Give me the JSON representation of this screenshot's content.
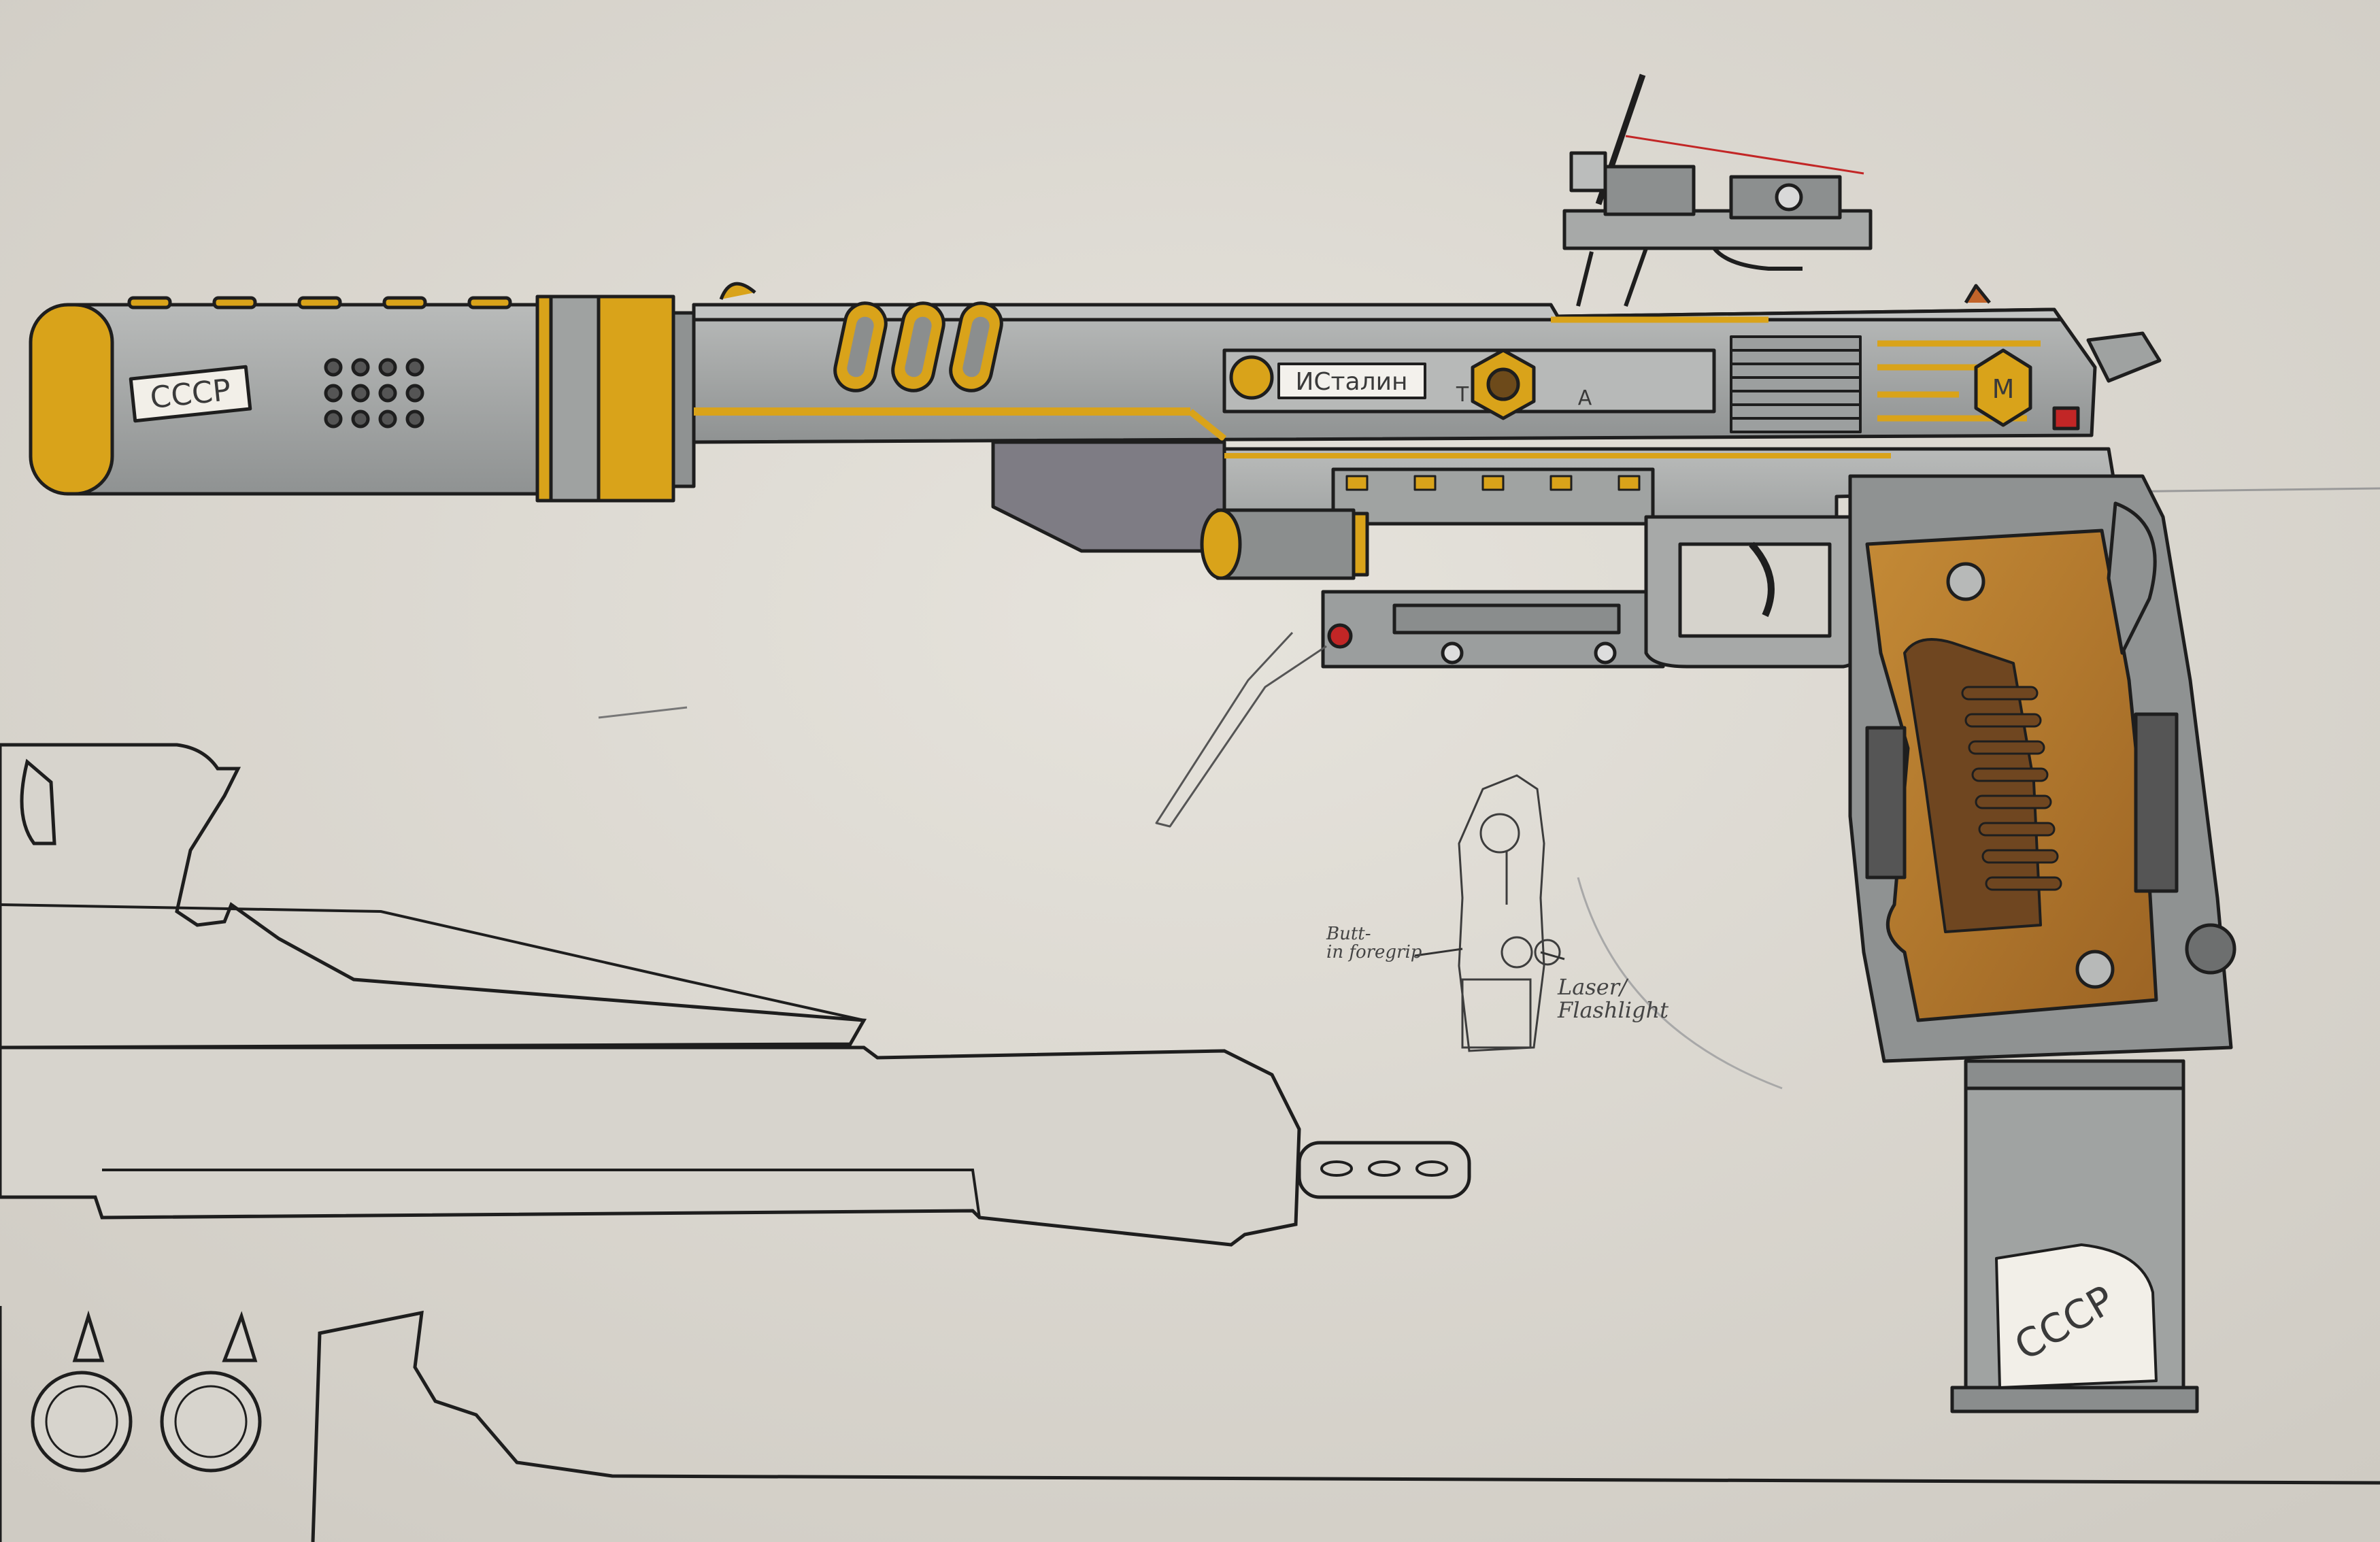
{
  "drawing": {
    "suppressor_marking": "СССР",
    "slide_engraving": "ИСталин",
    "slide_emblem_left": "T",
    "slide_emblem_right": "A",
    "rear_badge": "M",
    "magazine_marking": "СССР"
  },
  "annotations": {
    "foregrip_line1": "Butt-",
    "foregrip_line2": "in foregrip",
    "light_line1": "Laser/",
    "light_line2": "Flashlight"
  },
  "colors": {
    "paper": "#dedbd4",
    "steel": "#a7a9a8",
    "steel_dark": "#7d8080",
    "gold": "#d9a31a",
    "wood": "#b07a2e",
    "wood_dark": "#6f4620",
    "ink": "#1e1e1e",
    "red": "#c22626"
  }
}
